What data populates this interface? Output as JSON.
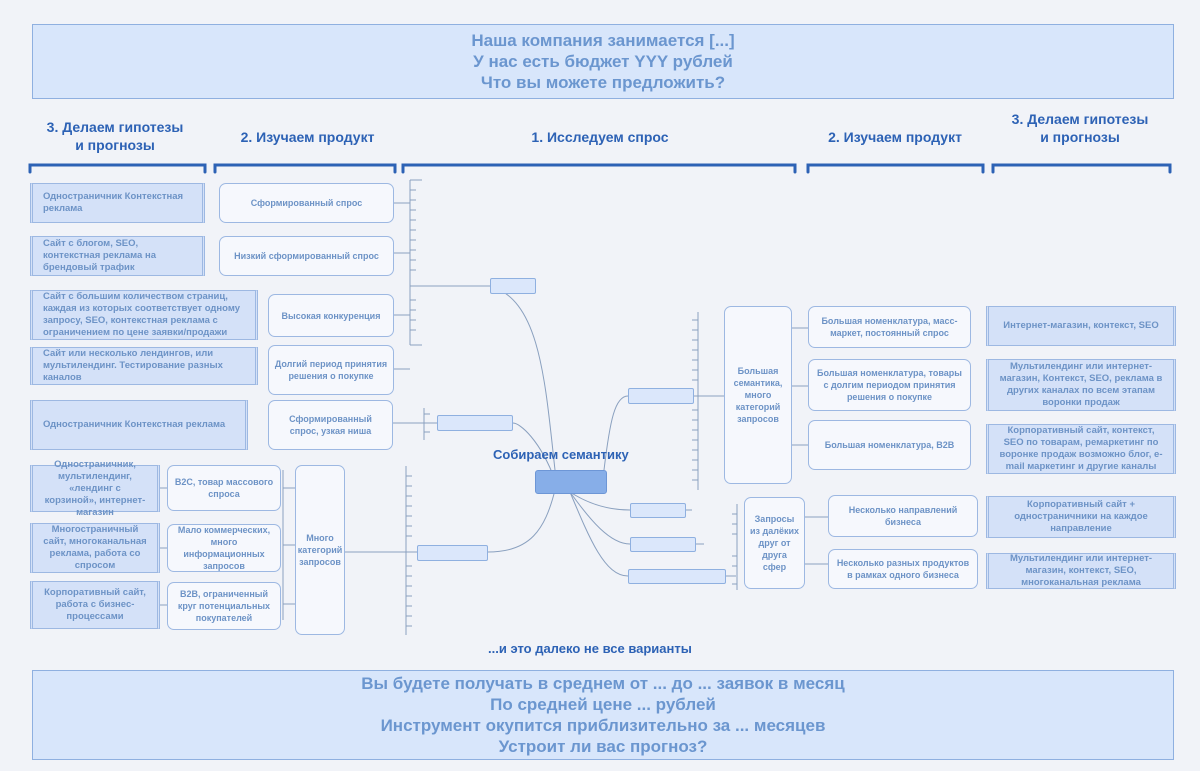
{
  "top_banner": {
    "lines": [
      "Наша компания занимается [...]",
      "У нас есть бюджет YYY рублей",
      "Что вы можете предложить?"
    ]
  },
  "headers": {
    "left_hyp": [
      "3. Делаем гипотезы",
      "и прогнозы"
    ],
    "left_prod": "2. Изучаем продукт",
    "center": "1. Исследуем спрос",
    "right_prod": "2. Изучаем продукт",
    "right_hyp": [
      "3. Делаем гипотезы",
      "и прогнозы"
    ]
  },
  "center_label": "Собираем семантику",
  "footnote": "...и это далеко не все варианты",
  "left_demand": [
    "Сформированный спрос",
    "Низкий сформированный спрос",
    "Высокая конкуренция",
    "Долгий период принятия решения о покупке",
    "Сформированный спрос, узкая ниша",
    "Много категорий запросов"
  ],
  "left_product": [
    "B2C, товар массового спроса",
    "Мало коммерческих, много информационных запросов",
    "B2B, ограниченный круг потенциальных покупателей"
  ],
  "left_hyp_items": [
    "Одностраничник Контекстная реклама",
    "Сайт с блогом, SEO, контекстная реклама на брендовый трафик",
    "Сайт с большим количеством страниц, каждая из которых соответствует одному запросу, SEO, контекстная реклама с ограничением по цене заявки/продажи",
    "Сайт или несколько лендингов, или мультилендинг. Тестирование разных каналов",
    "Одностраничник Контекстная реклама",
    "Одностраничник, мультилендинг, «лендинг с корзиной», интернет-магазин",
    "Многостраничный сайт, многоканальная реклама, работа со спросом",
    "Корпоративный сайт, работа с бизнес-процессами"
  ],
  "right_demand": [
    "Большая семантика, много категорий запросов",
    "Запросы из далёких друг от друга сфер"
  ],
  "right_product": [
    "Большая номенклатура, масс-маркет, постоянный спрос",
    "Большая номенклатура, товары с долгим периодом принятия решения о покупке",
    "Большая номенклатура, B2B",
    "Несколько направлений бизнеса",
    "Несколько разных продуктов в рамках одного бизнеса"
  ],
  "right_hyp_items": [
    "Интернет-магазин, контекст, SEO",
    "Мультилендинг или интернет-магазин, Контекст, SEO, реклама в других каналах по всем этапам воронки продаж",
    "Корпоративный сайт, контекст, SEO по товарам, ремаркетинг по воронке продаж возможно блог, e-mail маркетинг и другие каналы",
    "Корпоративный сайт + одностраничники на каждое направление",
    "Мультилендинг или интернет-магазин, контекст, SEO, многоканальная реклама"
  ],
  "bottom_banner": {
    "lines": [
      "Вы будете получать в среднем от ... до ... заявок в месяц",
      "По средней цене ... рублей",
      "Инструмент окупится приблизительно за ... месяцев",
      "Устроит ли вас прогноз?"
    ]
  },
  "colors": {
    "header": "#2d62b5",
    "banner_bg": "#d8e6fb",
    "box_fill": "#d4e1f8",
    "text": "#6d93c6",
    "line": "#8aa0bf"
  }
}
